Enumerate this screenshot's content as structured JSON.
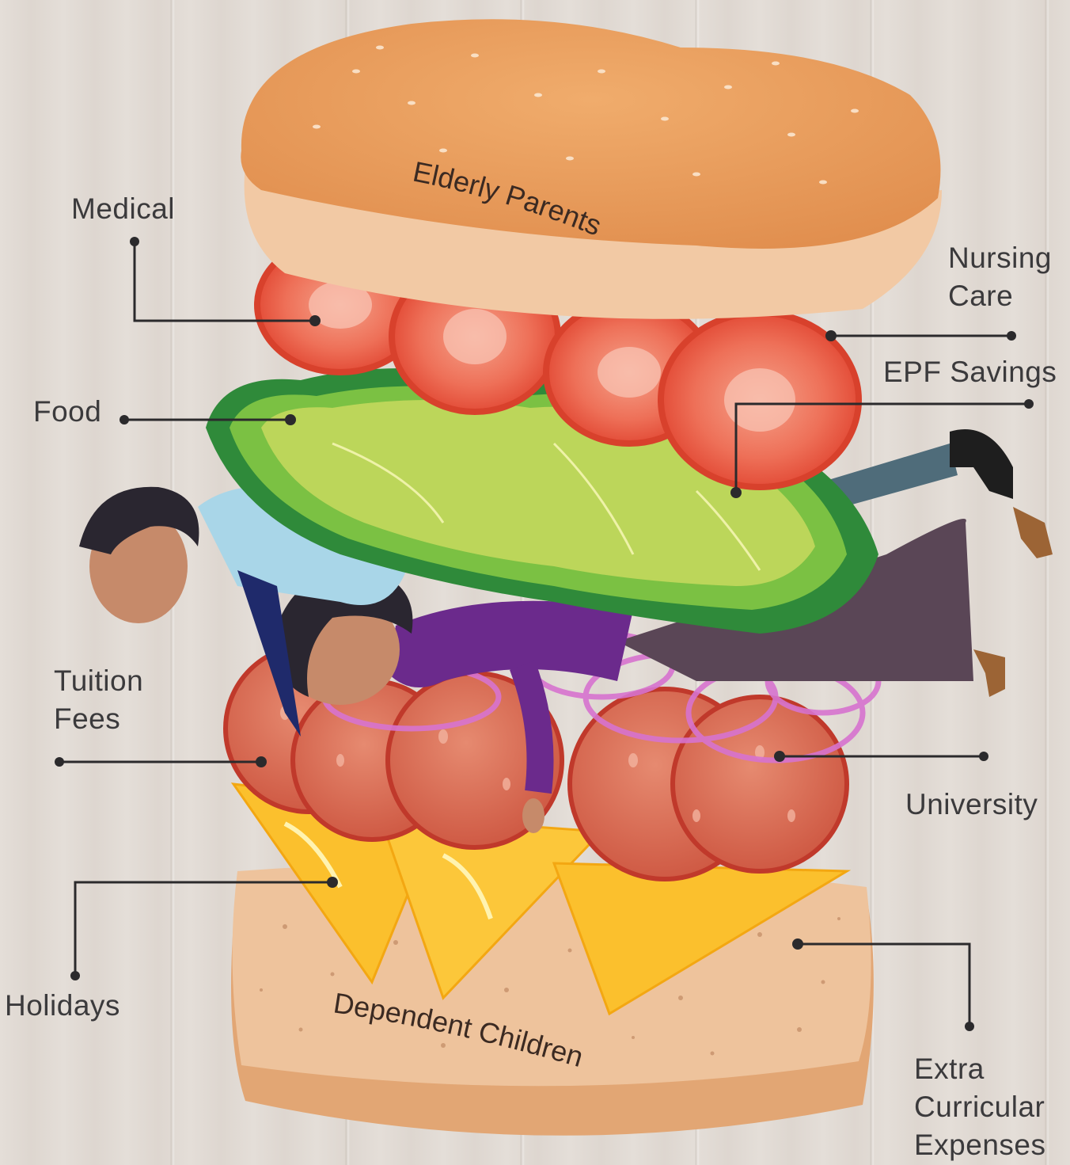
{
  "illustration": {
    "top_bun_label": "Elderly Parents",
    "bottom_bun_label": "Dependent Children"
  },
  "callouts": {
    "medical": "Medical",
    "nursing_care": "Nursing\nCare",
    "epf_savings": "EPF Savings",
    "food": "Food",
    "tuition_fees": "Tuition\nFees",
    "university": "University",
    "holidays": "Holidays",
    "extra_curricular": "Extra\nCurricular\nExpenses"
  },
  "colors": {
    "bun": "#e9a266",
    "tomato": "#e8503a",
    "lettuce": "#b5d354",
    "salami": "#d9705a",
    "cheese": "#fbc02d",
    "onion": "#d96bd0",
    "bread": "#e3b58c",
    "leader_line": "#2b2a2c"
  }
}
